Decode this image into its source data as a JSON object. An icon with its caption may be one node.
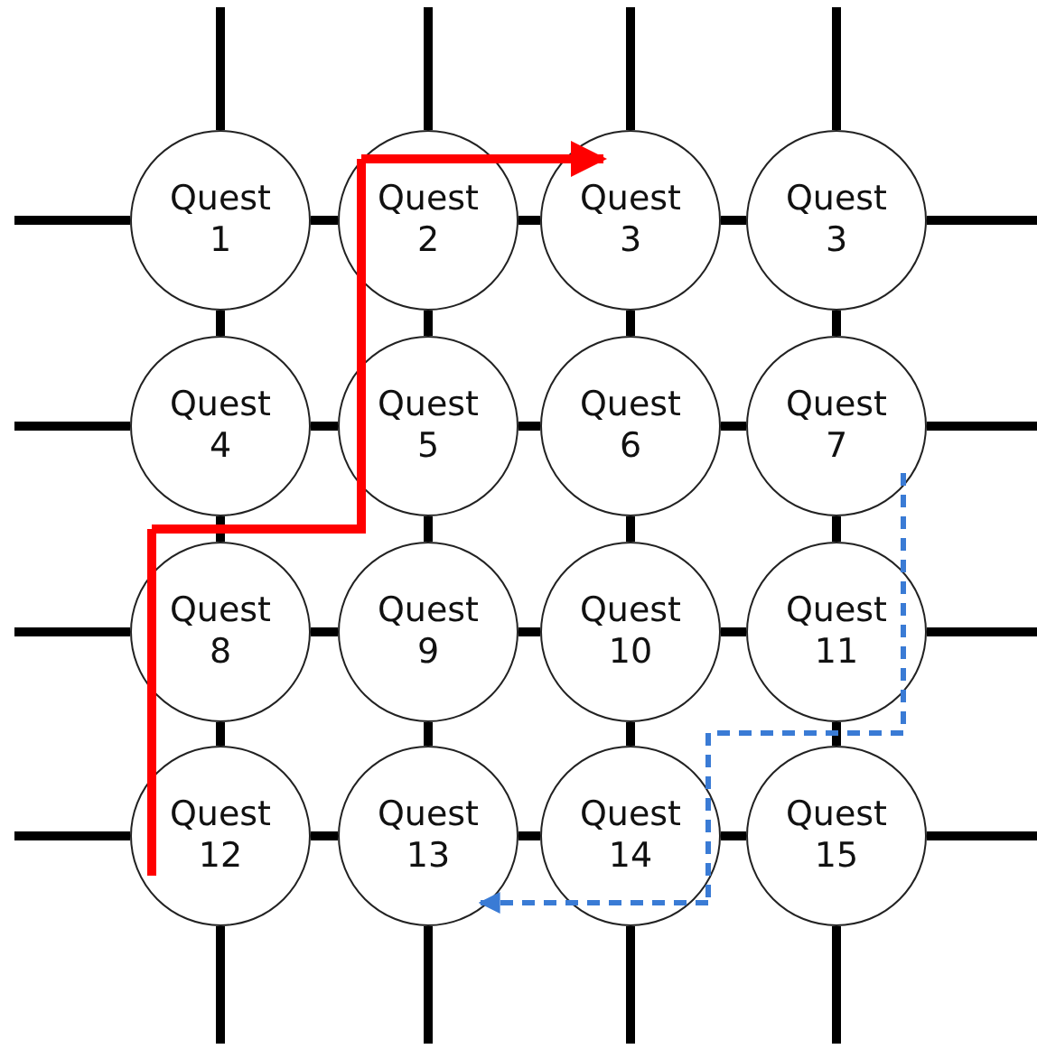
{
  "diagram": {
    "nodes": [
      {
        "text": [
          "Quest 1"
        ]
      },
      {
        "text": [
          "Quest 2"
        ]
      },
      {
        "text": [
          "Quest 3"
        ]
      },
      {
        "text": [
          "Quest 3"
        ]
      },
      {
        "text": [
          "Quest 4"
        ]
      },
      {
        "text": [
          "Quest 5"
        ]
      },
      {
        "text": [
          "Quest 6"
        ]
      },
      {
        "text": [
          "Quest 7"
        ]
      },
      {
        "text": [
          "Quest 8"
        ]
      },
      {
        "text": [
          "Quest 9"
        ]
      },
      {
        "text": [
          "Quest 10"
        ]
      },
      {
        "text": [
          "Quest 11"
        ]
      },
      {
        "text": [
          "Quest 12"
        ]
      },
      {
        "text": [
          "Quest 13"
        ]
      },
      {
        "text": [
          "Quest 14"
        ]
      },
      {
        "text": [
          "Quest 15"
        ]
      }
    ],
    "edges": [
      {
        "from": null,
        "to": 0,
        "arrow": "none"
      },
      {
        "from": 0,
        "to": 1,
        "arrow": "none"
      },
      {
        "from": 1,
        "to": 2,
        "arrow": "none"
      },
      {
        "from": 2,
        "to": 3,
        "arrow": "none"
      },
      {
        "from": 3,
        "to": null,
        "arrow": "none"
      },
      {
        "from": null,
        "to": 4,
        "arrow": "none"
      },
      {
        "from": 4,
        "to": 5,
        "arrow": "none"
      },
      {
        "from": 5,
        "to": 6,
        "arrow": "none"
      },
      {
        "from": 6,
        "to": 7,
        "arrow": "none"
      },
      {
        "from": 7,
        "to": null,
        "arrow": "none"
      },
      {
        "from": null,
        "to": 8,
        "arrow": "none"
      },
      {
        "from": 8,
        "to": 9,
        "arrow": "none"
      },
      {
        "from": 9,
        "to": 10,
        "arrow": "none"
      },
      {
        "from": 10,
        "to": 11,
        "arrow": "none"
      },
      {
        "from": 11,
        "to": null,
        "arrow": "none"
      },
      {
        "from": null,
        "to": 12,
        "arrow": "none"
      },
      {
        "from": 12,
        "to": 13,
        "arrow": "none"
      },
      {
        "from": 13,
        "to": 14,
        "arrow": "none"
      },
      {
        "from": 14,
        "to": 15,
        "arrow": "none"
      },
      {
        "from": 15,
        "to": null,
        "arrow": "none"
      },
      {
        "from": null,
        "to": 0,
        "arrow": "none"
      },
      {
        "from": 0,
        "to": 4,
        "arrow": "none"
      },
      {
        "from": 4,
        "to": 8,
        "arrow": "none"
      },
      {
        "from": 8,
        "to": 12,
        "arrow": "none"
      },
      {
        "from": 12,
        "to": null,
        "arrow": "none"
      },
      {
        "from": null,
        "to": 1,
        "arrow": "none"
      },
      {
        "from": 1,
        "to": 5,
        "arrow": "none"
      },
      {
        "from": 5,
        "to": 9,
        "arrow": "none"
      },
      {
        "from": 9,
        "to": 13,
        "arrow": "none"
      },
      {
        "from": 13,
        "to": null,
        "arrow": "none"
      },
      {
        "from": null,
        "to": 2,
        "arrow": "none"
      },
      {
        "from": 2,
        "to": 6,
        "arrow": "none"
      },
      {
        "from": 6,
        "to": 10,
        "arrow": "none"
      },
      {
        "from": 10,
        "to": 14,
        "arrow": "none"
      },
      {
        "from": 14,
        "to": null,
        "arrow": "none"
      },
      {
        "from": null,
        "to": 3,
        "arrow": "none"
      },
      {
        "from": 3,
        "to": 7,
        "arrow": "none"
      },
      {
        "from": 7,
        "to": 11,
        "arrow": "none"
      },
      {
        "from": 11,
        "to": 15,
        "arrow": "none"
      },
      {
        "from": 15,
        "to": null,
        "arrow": "none"
      },
      {
        "from": 12,
        "to": 8,
        "arrow": "none",
        "color": "#ff0000"
      },
      {
        "from": 8,
        "to": 5,
        "arrow": "none",
        "color": "#ff0000"
      },
      {
        "from": 5,
        "to": 1,
        "arrow": "none",
        "color": "#ff0000"
      },
      {
        "from": 1,
        "to": 2,
        "arrow": "to",
        "color": "#ff0000"
      },
      {
        "from": 7,
        "to": 11,
        "arrow": "none",
        "style": "dashed",
        "color": "#3a7bd5"
      },
      {
        "from": 11,
        "to": 14,
        "arrow": "none",
        "style": "dashed",
        "color": "#3a7bd5"
      },
      {
        "from": 14,
        "to": 13,
        "arrow": "to",
        "style": "dashed",
        "color": "#3a7bd5"
      }
    ]
  }
}
